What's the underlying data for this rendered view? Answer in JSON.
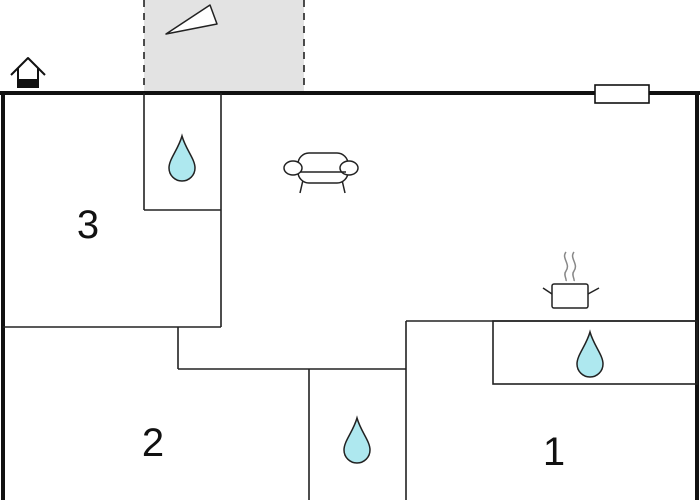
{
  "floorplan": {
    "rooms": [
      {
        "label": "3"
      },
      {
        "label": "2"
      },
      {
        "label": "1"
      }
    ],
    "icons": {
      "entrance": "house-entrance-icon",
      "sofa": "sofa-icon",
      "cooking_pot": "cooking-pot-icon",
      "water_drop": "water-drop-icon",
      "radiator": "radiator-icon",
      "terrace_triangle": "terrace-marker-icon"
    },
    "colors": {
      "wall": "#111111",
      "line": "#222222",
      "terrace_fill": "#e3e3e3",
      "water_fill": "#aee8ef",
      "background": "#ffffff"
    }
  }
}
